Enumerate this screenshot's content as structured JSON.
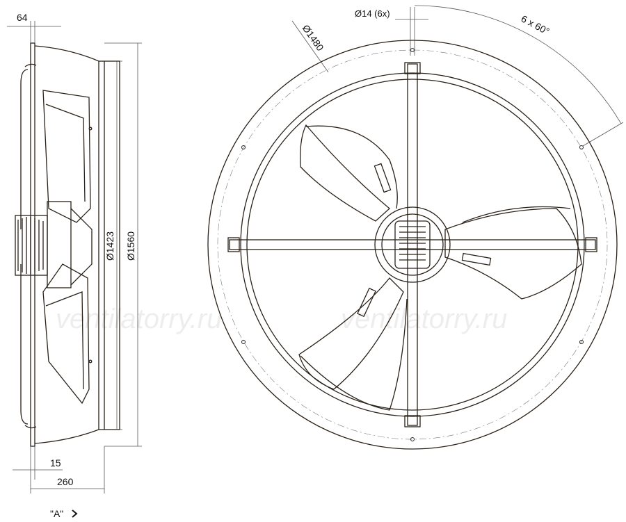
{
  "colors": {
    "stroke": "#2a2118",
    "dimension": "#555555",
    "watermark": "#000000"
  },
  "dimensions": {
    "side_width": "64",
    "inner_diameter": "Ø1423",
    "outer_diameter": "Ø1560",
    "flange_thickness": "15",
    "depth": "260",
    "bolt_circle": "Ø1480",
    "hole": "Ø14 (6x)",
    "angle": "6 x 60°"
  },
  "watermark": {
    "left": "ventilatorry.ru",
    "right": "ventilatorry.ru"
  },
  "view_marker": {
    "label": "\"A\"",
    "arrow": "chevron-right-icon"
  }
}
